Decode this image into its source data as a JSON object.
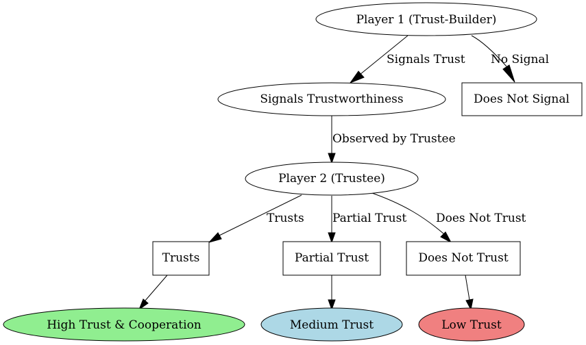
{
  "diagram": {
    "nodes": {
      "player1": "Player 1 (Trust-Builder)",
      "signals": "Signals Trustworthiness",
      "no_signal_box": "Does Not Signal",
      "player2": "Player 2 (Trustee)",
      "trusts": "Trusts",
      "partial": "Partial Trust",
      "not_trust": "Does Not Trust",
      "high": "High Trust & Cooperation",
      "medium": "Medium Trust",
      "low": "Low Trust"
    },
    "edges": {
      "signals_trust": "Signals Trust",
      "no_signal": "No Signal",
      "observed": "Observed by Trustee",
      "trusts": "Trusts",
      "partial": "Partial Trust",
      "not_trust": "Does Not Trust"
    },
    "colors": {
      "high": "#90ee90",
      "medium": "#add8e6",
      "low": "#f08080",
      "default_fill": "#ffffff",
      "stroke": "#000000"
    }
  }
}
